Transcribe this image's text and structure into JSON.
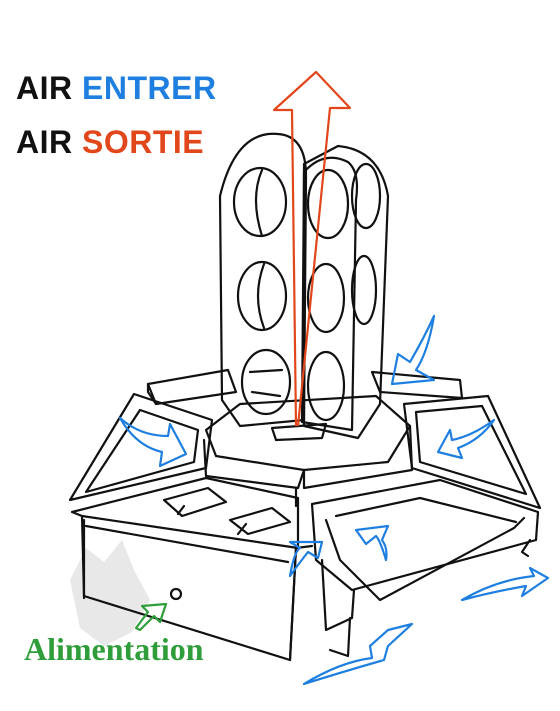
{
  "legend": {
    "intake": {
      "prefix": "AIR",
      "label": "ENTRER"
    },
    "exhaust": {
      "prefix": "AIR",
      "label": "SORTIE"
    }
  },
  "caption": "Alimentation",
  "colors": {
    "intake": "#1e7fe0",
    "exhaust": "#e2471b",
    "power": "#2f9e3a",
    "line": "#111111"
  },
  "icons": [
    "intake-arrow-icon",
    "exhaust-arrow-icon",
    "power-arrow-icon",
    "fox-watermark"
  ]
}
